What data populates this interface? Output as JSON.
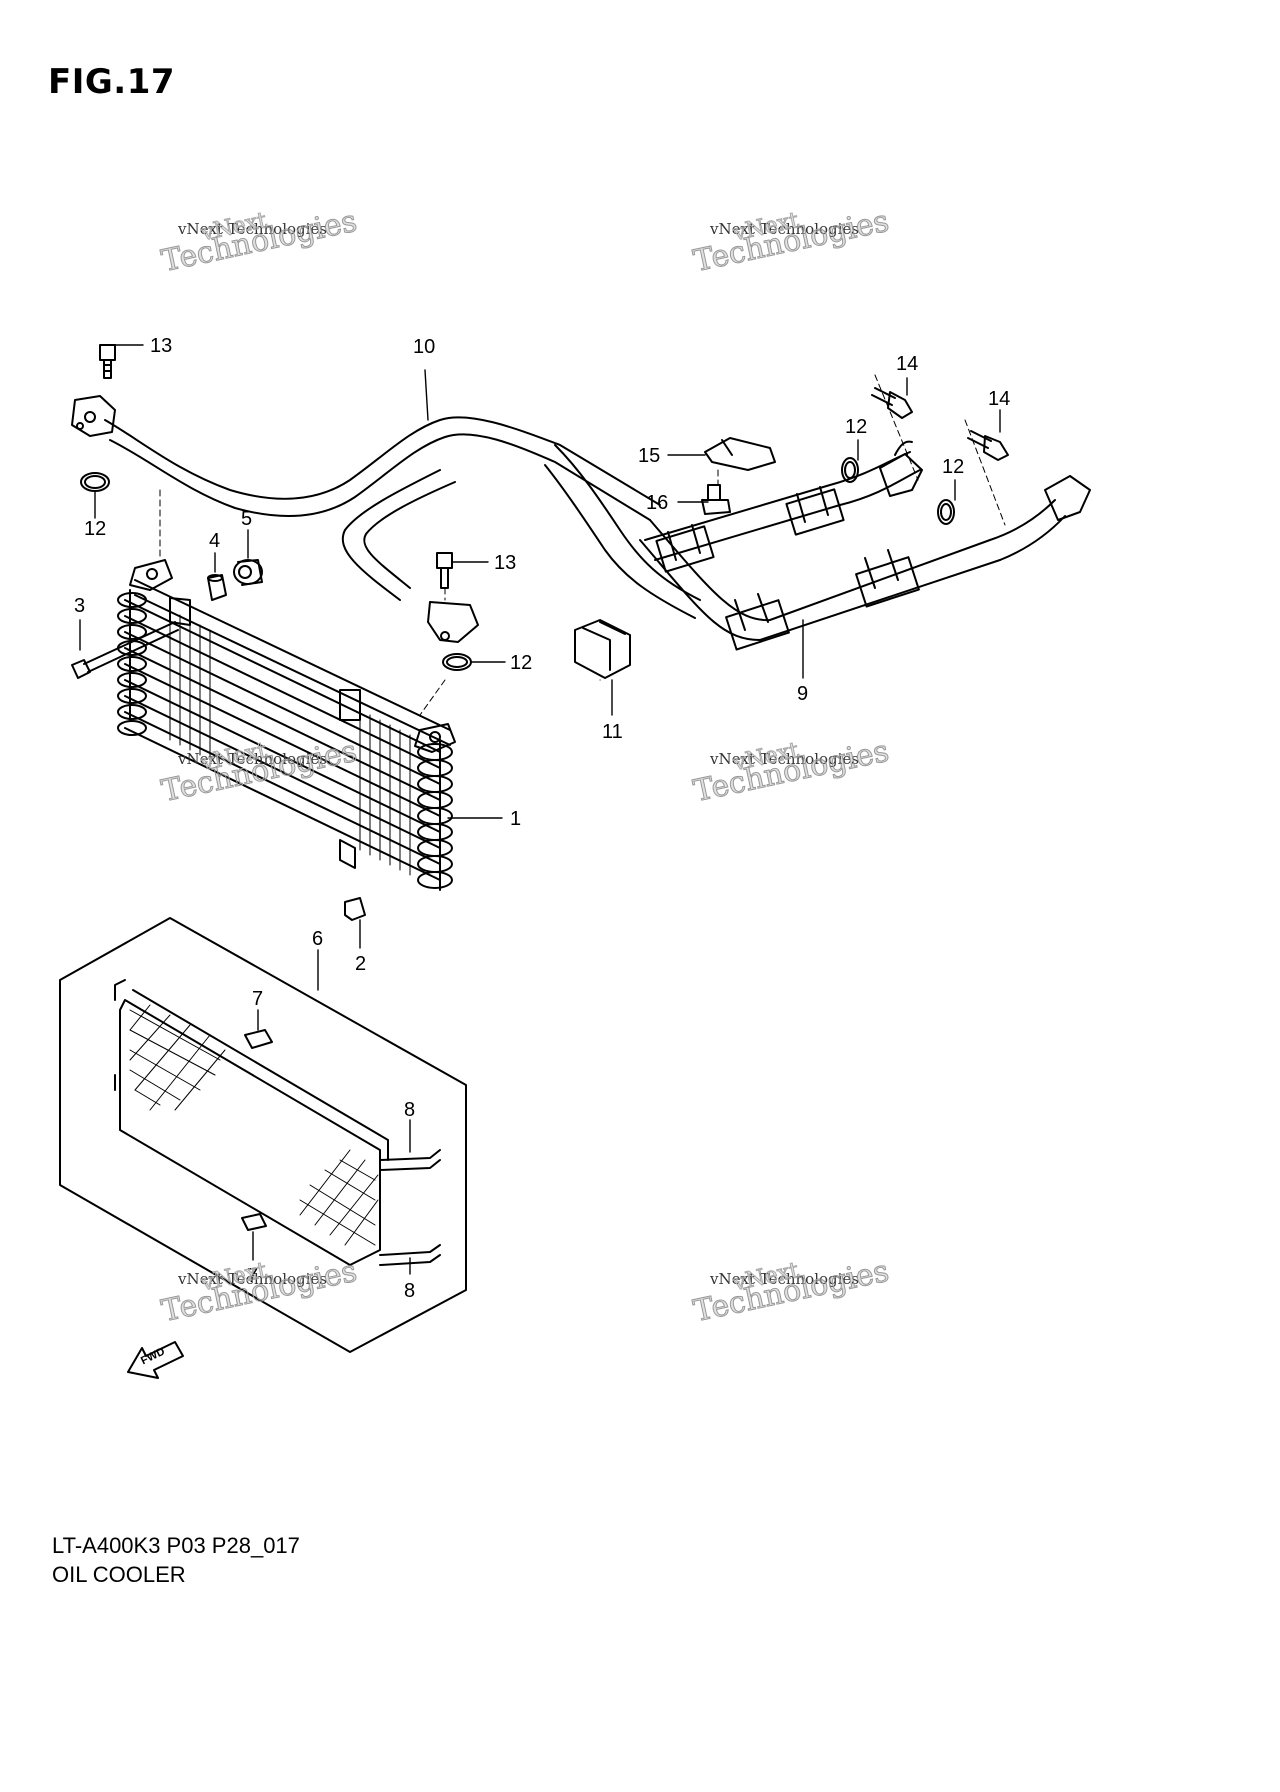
{
  "figure": {
    "title": "FIG.17",
    "model_code": "LT-A400K3 P03 P28_017",
    "section_name": "OIL COOLER"
  },
  "callouts": [
    {
      "id": "c1",
      "label": "1"
    },
    {
      "id": "c2",
      "label": "2"
    },
    {
      "id": "c3",
      "label": "3"
    },
    {
      "id": "c4",
      "label": "4"
    },
    {
      "id": "c5",
      "label": "5"
    },
    {
      "id": "c6",
      "label": "6"
    },
    {
      "id": "c7a",
      "label": "7"
    },
    {
      "id": "c7b",
      "label": "7"
    },
    {
      "id": "c8a",
      "label": "8"
    },
    {
      "id": "c8b",
      "label": "8"
    },
    {
      "id": "c9",
      "label": "9"
    },
    {
      "id": "c10",
      "label": "10"
    },
    {
      "id": "c11",
      "label": "11"
    },
    {
      "id": "c12a",
      "label": "12"
    },
    {
      "id": "c12b",
      "label": "12"
    },
    {
      "id": "c12c",
      "label": "12"
    },
    {
      "id": "c12d",
      "label": "12"
    },
    {
      "id": "c13a",
      "label": "13"
    },
    {
      "id": "c13b",
      "label": "13"
    },
    {
      "id": "c14a",
      "label": "14"
    },
    {
      "id": "c14b",
      "label": "14"
    },
    {
      "id": "c15",
      "label": "15"
    },
    {
      "id": "c16",
      "label": "16"
    }
  ],
  "fwd_marker": "FWD",
  "watermark": {
    "line1": "vNext",
    "line2": "vNext Technologies",
    "line3": "Technologies"
  }
}
